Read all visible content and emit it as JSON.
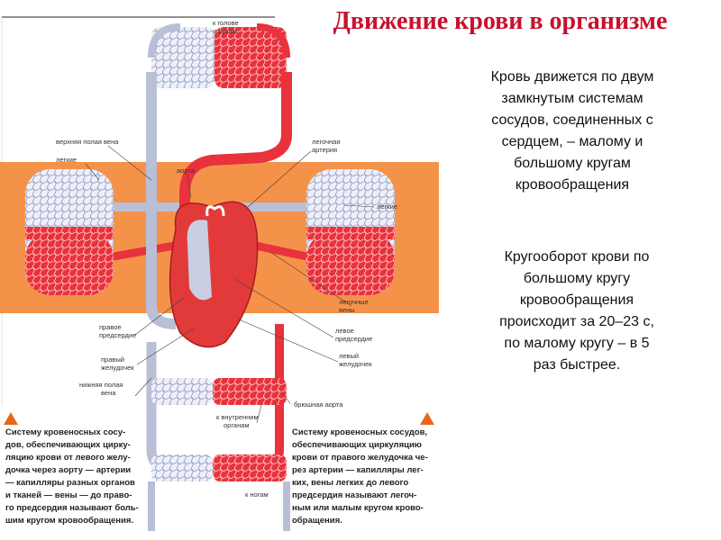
{
  "title": "Движение крови в организме",
  "paragraphs": {
    "p1": "Кровь движется по двум\nзамкнутым системам\nсосудов, соединенных с\nсердцем, – малому и\nбольшому кругам\nкровообращения",
    "p2": "Кругооборот крови по\nбольшому кругу\nкровообращения\nпроисходит за 20–23 с,\nпо малому кругу – в 5\nраз быстрее."
  },
  "diagram": {
    "labels": {
      "head_arms": "к голове",
      "head_arms2": "и рукам",
      "upper_vena": "верхняя полая вена",
      "lungs_left": "легкие",
      "aorta": "аорта",
      "pulm_artery": "легочная",
      "pulm_artery2": "артерия",
      "lungs_right": "легкие",
      "pulm_veins": "легочные",
      "pulm_veins2": "вены",
      "right_atrium": "правое",
      "right_atrium2": "предсердие",
      "right_ventricle": "правый",
      "right_ventricle2": "желудочек",
      "left_atrium": "левое",
      "left_atrium2": "предсердие",
      "left_ventricle": "левый",
      "left_ventricle2": "желудочек",
      "lower_vena": "нижняя полая",
      "lower_vena2": "вена",
      "abd_aorta": "брюшная аорта",
      "internal_organs": "к внутренним",
      "internal_organs2": "органам",
      "legs": "к ногам"
    },
    "caption_left": "Систему кровеносных сосу-\nдов, обеспечивающих цирку-\nляцию крови от левого желу-\nдочка через аорту — артерии\n— капилляры разных органов\nи тканей — вены — до право-\nго предсердия называют боль-\nшим кругом кровообращения.",
    "caption_right": "Систему кровеносных сосудов,\nобеспечивающих циркуляцию\nкрови от правого желудочка че-\nрез артерии — капилляры лег-\nких, вены легких до левого\nпредсердия называют легоч-\nным или малым кругом крово-\nобращения.",
    "colors": {
      "band": "#f5924a",
      "artery": "#e8323c",
      "vein": "#b8bfd6",
      "marker": "#e8661c"
    }
  }
}
